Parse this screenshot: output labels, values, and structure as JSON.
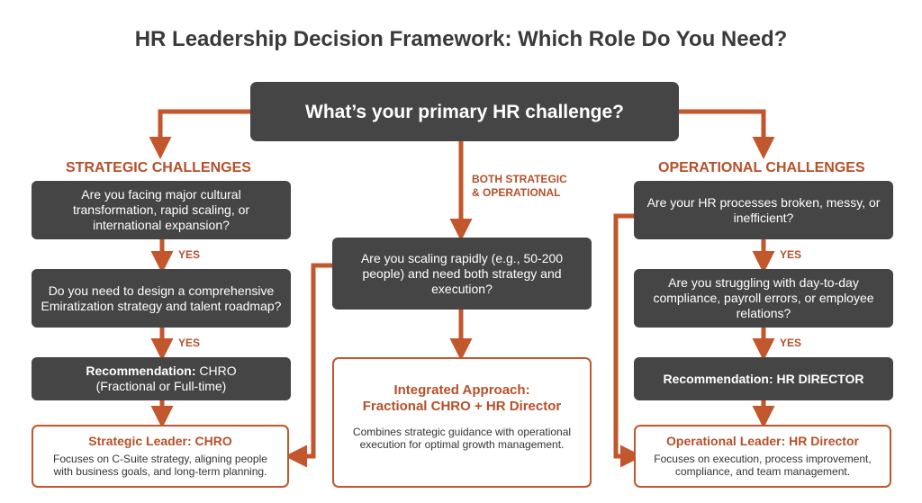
{
  "title": "HR Leadership Decision Framework: Which Role Do You Need?",
  "top_question": "What’s your primary HR challenge?",
  "strategic": {
    "header": "STRATEGIC CHALLENGES",
    "q1": "Are you facing major cultural transformation, rapid scaling, or international expansion?",
    "yes1": "YES",
    "q2": "Do you need to design a comprehensive Emiratization strategy and talent roadmap?",
    "yes2": "YES",
    "rec_label": "Recommendation:",
    "rec_value": "CHRO",
    "rec_sub": "(Fractional or Full-time)",
    "outcome_title": "Strategic Leader: CHRO",
    "outcome_desc": "Focuses on C-Suite strategy, aligning people with business goals, and long-term planning."
  },
  "middle": {
    "label_line1": "BOTH STRATEGIC",
    "label_line2": "& OPERATIONAL",
    "question": "Are you scaling rapidly (e.g., 50-200 people) and need both strategy and execution?",
    "outcome_title_line1": "Integrated Approach:",
    "outcome_title_line2": "Fractional CHRO + HR Director",
    "outcome_desc": "Combines strategic guidance with operational execution for optimal growth management."
  },
  "operational": {
    "header": "OPERATIONAL CHALLENGES",
    "q1": "Are your HR processes broken, messy, or inefficient?",
    "yes1": "YES",
    "q2": "Are you struggling with day-to-day compliance, payroll errors, or employee relations?",
    "yes2": "YES",
    "rec": "Recommendation: HR DIRECTOR",
    "outcome_title": "Operational Leader: HR Director",
    "outcome_desc": "Focuses on execution, process improvement, compliance, and team management."
  },
  "colors": {
    "accent": "#c2562c",
    "box": "#454545",
    "title": "#3a3a3a"
  }
}
